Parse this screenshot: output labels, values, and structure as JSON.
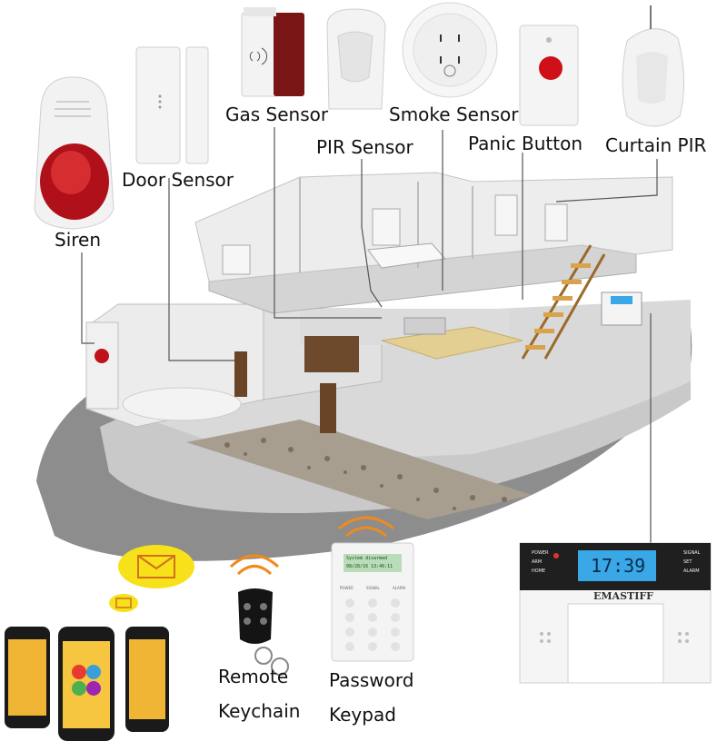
{
  "labels": {
    "gas_sensor": "Gas Sensor",
    "pir_sensor": "PIR Sensor",
    "smoke_sensor": "Smoke Sensor",
    "panic_button": "Panic Button",
    "curtain_pir": "Curtain PIR",
    "door_sensor": "Door Sensor",
    "siren": "Siren",
    "remote_line1": "Remote",
    "remote_line2": "Keychain",
    "keypad_line1": "Password",
    "keypad_line2": "Keypad"
  },
  "panel": {
    "brand": "EMASTIFF",
    "lcd_time": "17:39",
    "left_buttons": [
      "POWER",
      "ARM",
      "HOME"
    ],
    "right_buttons": [
      "SIGNAL",
      "SET",
      "ALARM"
    ]
  },
  "keypad": {
    "lcd_line1": "System disarmed",
    "lcd_line2": "08/28/16 13:46:11",
    "indicators": [
      "POWER",
      "SIGNAL",
      "ALARM"
    ]
  },
  "colors": {
    "wall": "#e6e6e6",
    "floor": "#cfcfcf",
    "shadow": "#8a8a8a",
    "siren_red": "#c0111a",
    "signal_orange": "#f28a1a",
    "envelope_yellow": "#f7e11a",
    "lcd_blue": "#3aa7e6"
  },
  "icons": [
    "envelope-icon",
    "wifi-signal-icon",
    "smartphone-icon"
  ]
}
